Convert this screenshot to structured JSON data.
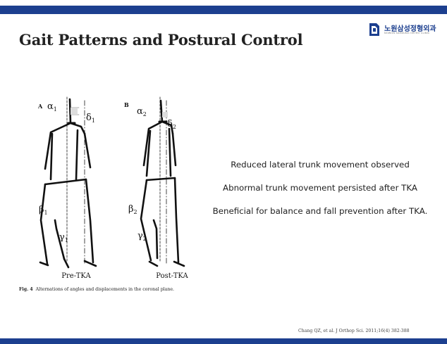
{
  "slide": {
    "title": "Gait Patterns and Postural Control",
    "logo": {
      "name": "노원삼성정형외과",
      "subtitle": "NOWON SAMSUNG ORTHO CLINIC",
      "icon": "hospital-logo-icon"
    },
    "figure": {
      "panel_a": {
        "label": "A",
        "alpha": "α",
        "alpha_sub": "1",
        "delta": "δ",
        "delta_sub": "1",
        "beta": "β",
        "beta_sub": "1",
        "gamma": "γ",
        "gamma_sub": "1",
        "caption": "Pre-TKA"
      },
      "panel_b": {
        "label": "B",
        "alpha": "α",
        "alpha_sub": "2",
        "delta": "δ",
        "delta_sub": "2",
        "beta": "β",
        "beta_sub": "2",
        "gamma": "γ",
        "gamma_sub": "2",
        "caption": "Post-TKA"
      }
    },
    "caption": {
      "label": "Fig. 4",
      "text": "Alternations of angles and displacements in the coronal plane."
    },
    "bullets": [
      "Reduced lateral trunk movement observed",
      "Abnormal trunk movement persisted after TKA",
      "Beneficial for balance and fall prevention after TKA."
    ],
    "citation": "Chang QZ, et al. J Orthop Sci. 2011;16(4) 382-388",
    "colors": {
      "accent": "#1c3f8f"
    }
  }
}
